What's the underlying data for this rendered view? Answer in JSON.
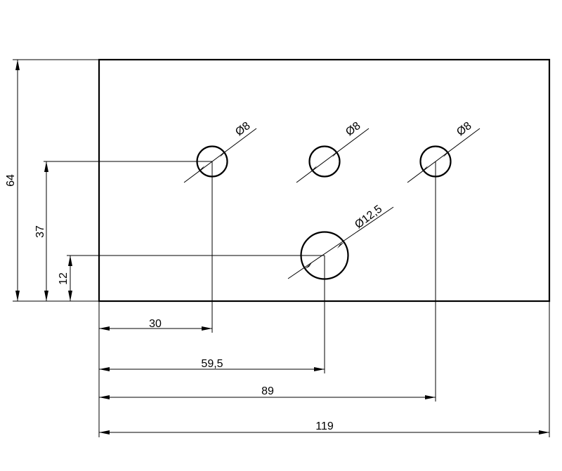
{
  "drawing": {
    "plate": {
      "width": "119",
      "height": "64"
    },
    "horizontal_dimensions": {
      "d30": "30",
      "d59_5": "59,5",
      "d89": "89",
      "d119": "119"
    },
    "vertical_dimensions": {
      "d64": "64",
      "d37": "37",
      "d12": "12"
    },
    "holes": {
      "hole1_label": "Ø8",
      "hole2_label": "Ø8",
      "hole3_label": "Ø8",
      "hole4_label": "Ø12,5"
    }
  }
}
